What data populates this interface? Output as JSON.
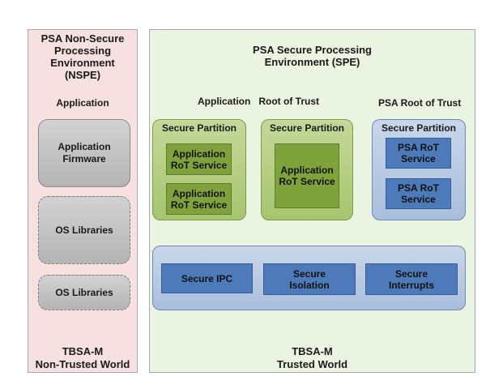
{
  "nspe": {
    "title": "PSA Non-Secure\nProcessing\nEnvironment\n(NSPE)",
    "application_label": "Application",
    "app_firmware": "Application\nFirmware",
    "os_libraries_1": "OS Libraries",
    "os_libraries_2": "OS Libraries",
    "footer": "TBSA-M\nNon-Trusted World"
  },
  "spe": {
    "title": "PSA Secure Processing\nEnvironment (SPE)",
    "app_rot_label": "Application   Root of Trust",
    "psa_rot_label": "PSA Root of Trust",
    "partitions": [
      {
        "title": "Secure Partition",
        "services": [
          "Application\nRoT Service",
          "Application\nRoT Service"
        ]
      },
      {
        "title": "Secure Partition",
        "services": [
          "Application\nRoT Service"
        ]
      },
      {
        "title": "Secure Partition",
        "services": [
          "PSA RoT\nService",
          "PSA RoT\nService"
        ]
      }
    ],
    "tbsa_services": [
      "Secure IPC",
      "Secure\nIsolation",
      "Secure\nInterrupts"
    ],
    "footer": "TBSA-M\nTrusted World"
  },
  "colors": {
    "nspe_bg": "#f6e0e0",
    "spe_bg": "#ebf3e1",
    "app_rot_green": "#7fa23c",
    "psa_rot_blue": "#4d7ab8",
    "nspe_gray": "#c4c4c4"
  }
}
